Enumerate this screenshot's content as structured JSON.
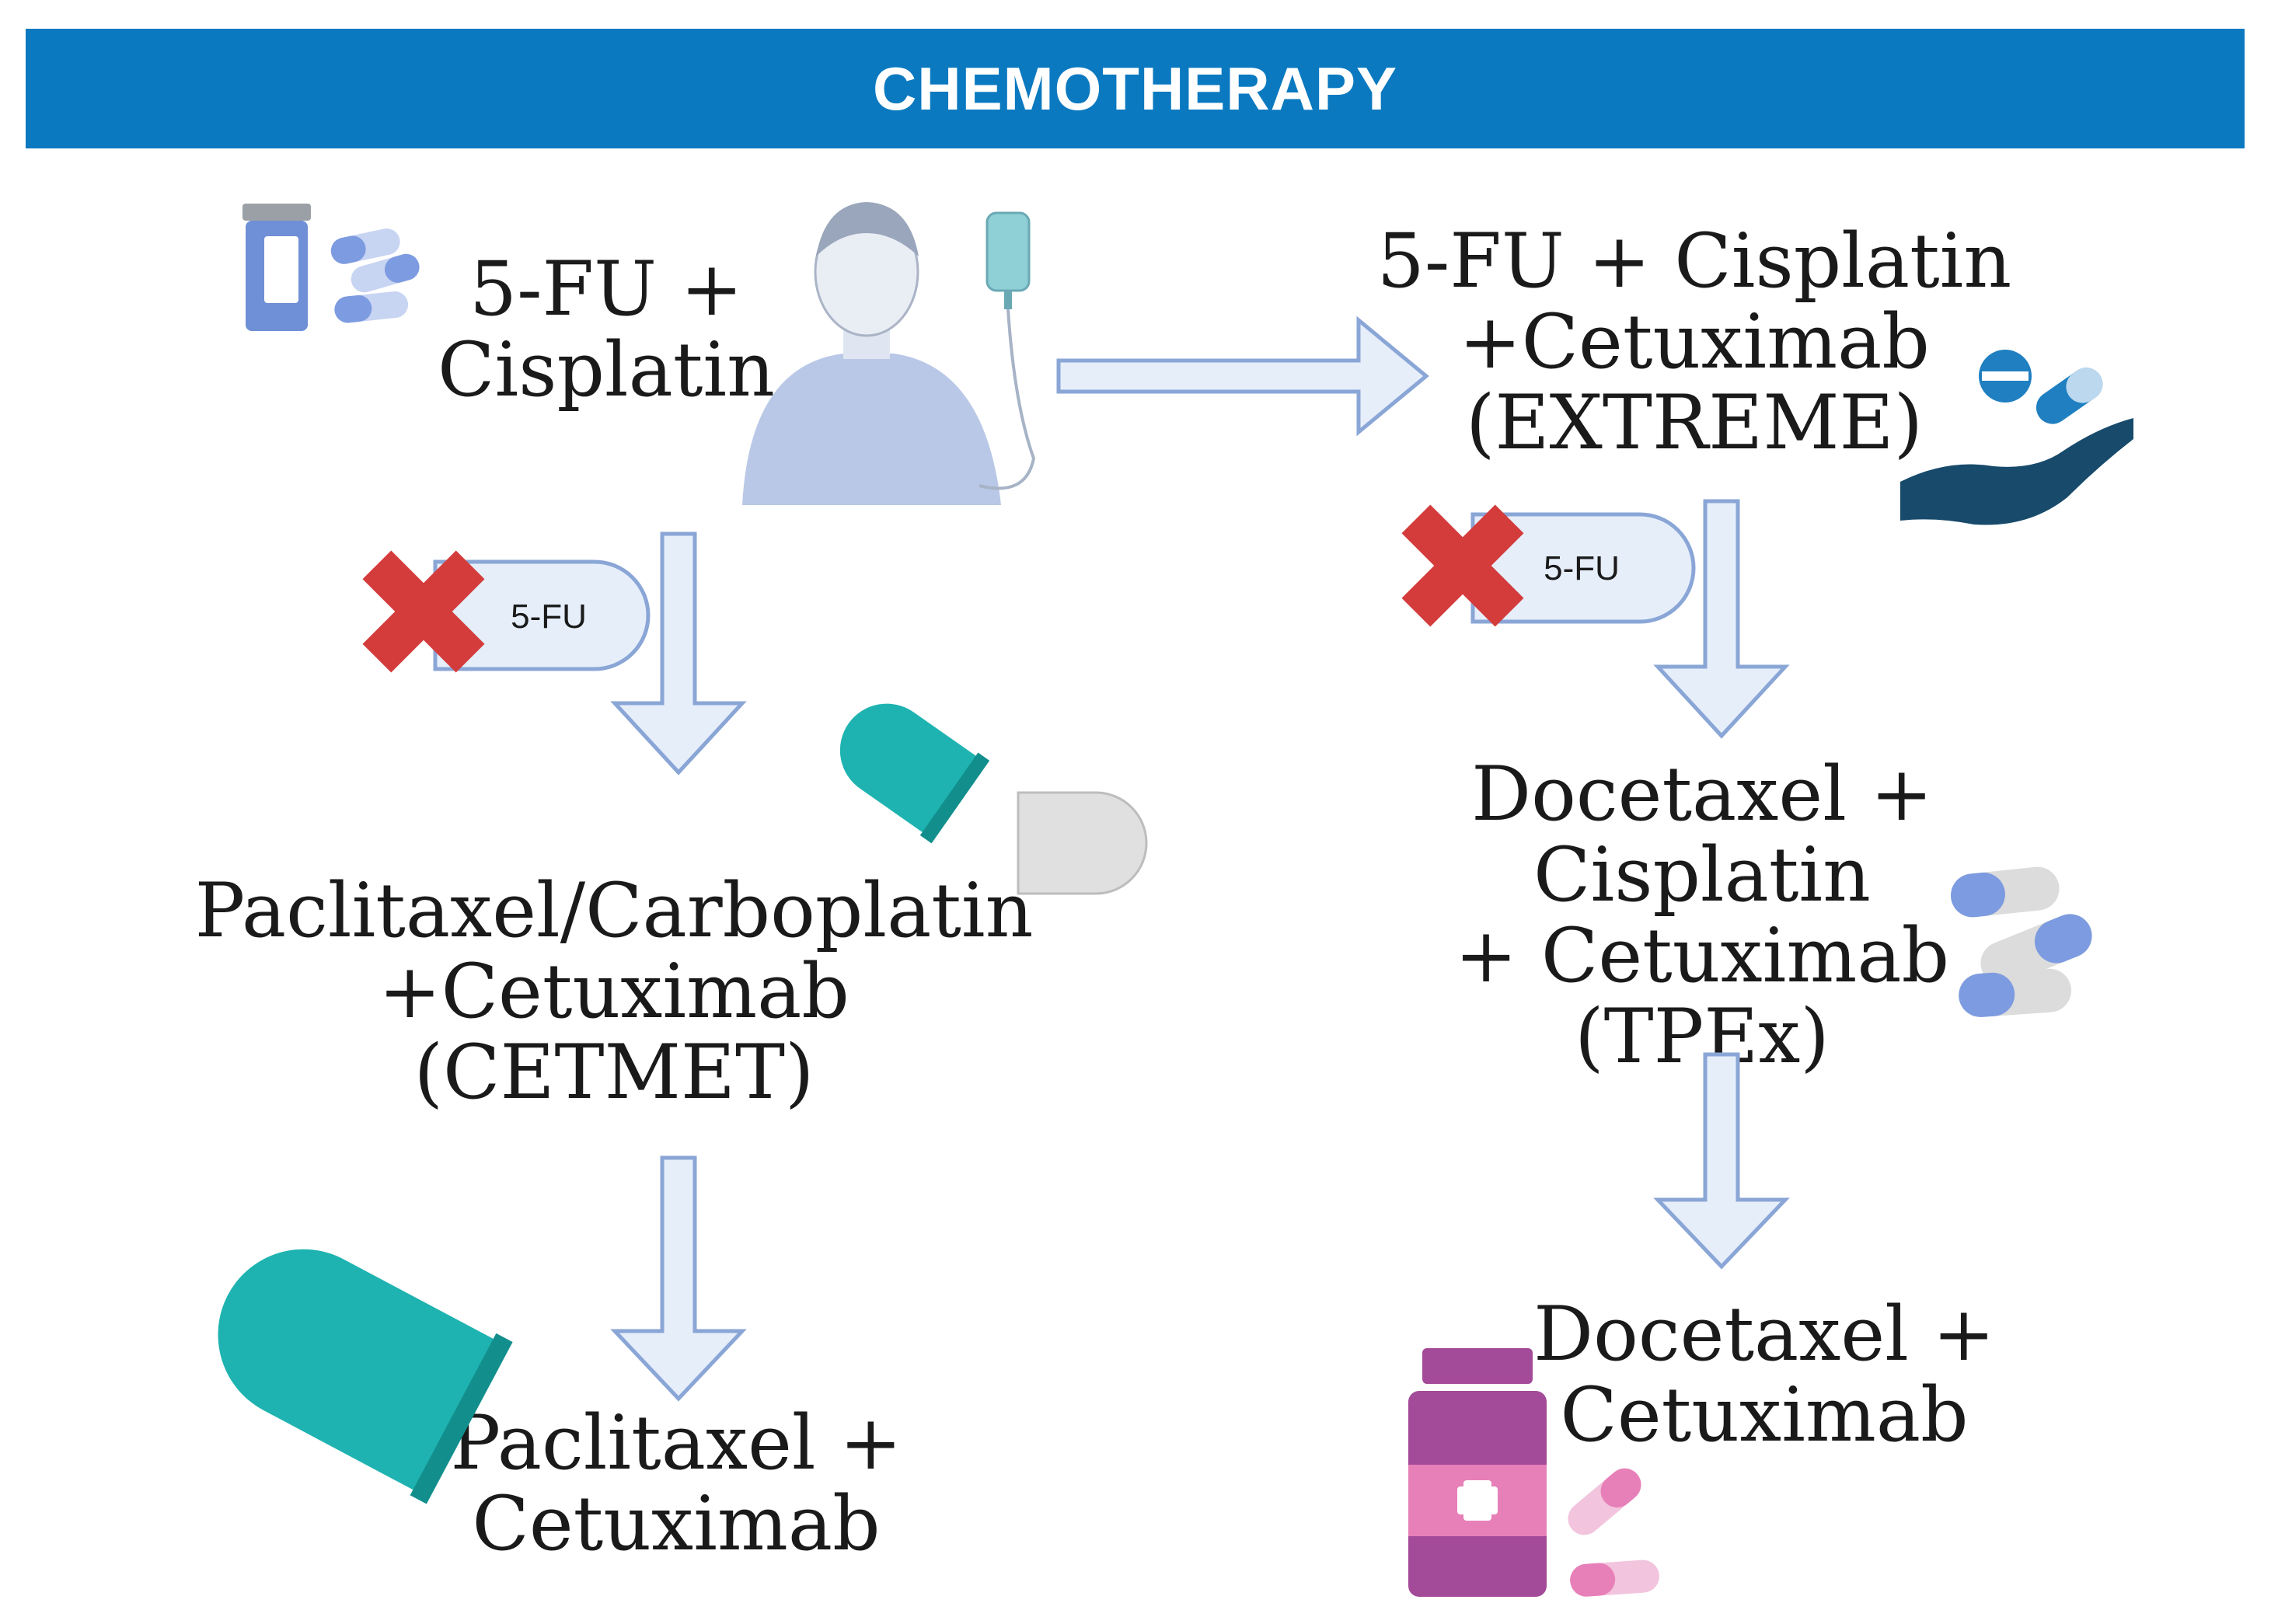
{
  "header": {
    "title": "CHEMOTHERAPY",
    "color": "#0a79c0"
  },
  "regimens": {
    "start": "5-FU +\nCisplatin",
    "extreme": "5-FU + Cisplatin\n+Cetuximab\n(EXTREME)",
    "cetmet": "Paclitaxel/Carboplatin\n+Cetuximab\n(CETMET)",
    "tpex": "Docetaxel + Cisplatin\n+ Cetuximab\n(TPEx)",
    "pac_cet": "Paclitaxel +\nCetuximab",
    "doc_cet": "Docetaxel +\nCetuximab"
  },
  "exclusions": {
    "left": {
      "pill_label": "5-FU",
      "icon": "red-x-icon"
    },
    "right": {
      "pill_label": "5-FU",
      "icon": "red-x-icon"
    }
  },
  "icons": [
    "pill-bottle-icon",
    "capsules-icon",
    "patient-iv-icon",
    "iv-bag-icon",
    "hand-pills-icon",
    "teal-capsule-icon",
    "medicine-bottle-icon",
    "pink-capsules-icon"
  ],
  "colors": {
    "arrow_fill": "#e6eefa",
    "arrow_stroke": "#8aa6d6",
    "x_red": "#d43c3c",
    "teal": "#1eb3b0",
    "magenta": "#a34a98",
    "pink": "#e780b8",
    "navy": "#174a6b"
  }
}
